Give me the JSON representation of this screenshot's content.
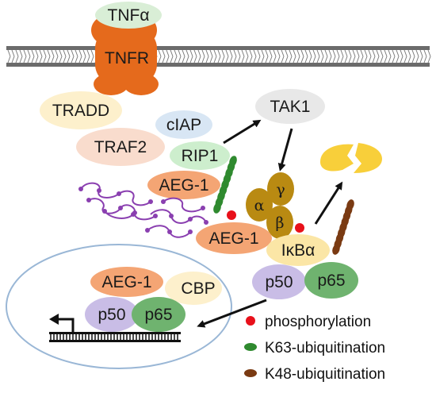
{
  "nodes": {
    "tnfa": "TNFα",
    "tnfr": "TNFR",
    "tradd": "TRADD",
    "ciap": "cIAP",
    "tak1": "TAK1",
    "traf2": "TRAF2",
    "rip1": "RIP1",
    "aeg1_top": "AEG-1",
    "alpha": "α",
    "gamma": "γ",
    "beta": "β",
    "aeg1_mid": "AEG-1",
    "ikba": "IκBα",
    "p50_mid": "p50",
    "p65_mid": "p65",
    "aeg1_nuc": "AEG-1",
    "cbp": "CBP",
    "p50_nuc": "p50",
    "p65_nuc": "p65"
  },
  "legend": [
    {
      "label": "phosphorylation",
      "color": "#e8101a",
      "shape": "dot"
    },
    {
      "label": "K63-ubiquitination",
      "color": "#2f8a2f",
      "shape": "oval"
    },
    {
      "label": "K48-ubiquitination",
      "color": "#7a3a12",
      "shape": "oval"
    }
  ],
  "colors": {
    "tnfr": "#e56a1c",
    "tnfa": "#d9eed6",
    "tradd": "#fdf0cc",
    "traf2": "#f9dccd",
    "ciap": "#d8e6f4",
    "rip1": "#cdeecd",
    "aeg1": "#f4a574",
    "tak1": "#e8e8e8",
    "ikk": "#b98a12",
    "ikba": "#fbe6a6",
    "p50": "#c9bde6",
    "p65": "#6fb36f",
    "cbp": "#fdf0cc",
    "er": "#8a3fb0",
    "degraded": "#f8cf3a",
    "nucleus": "#9ab7d6"
  }
}
